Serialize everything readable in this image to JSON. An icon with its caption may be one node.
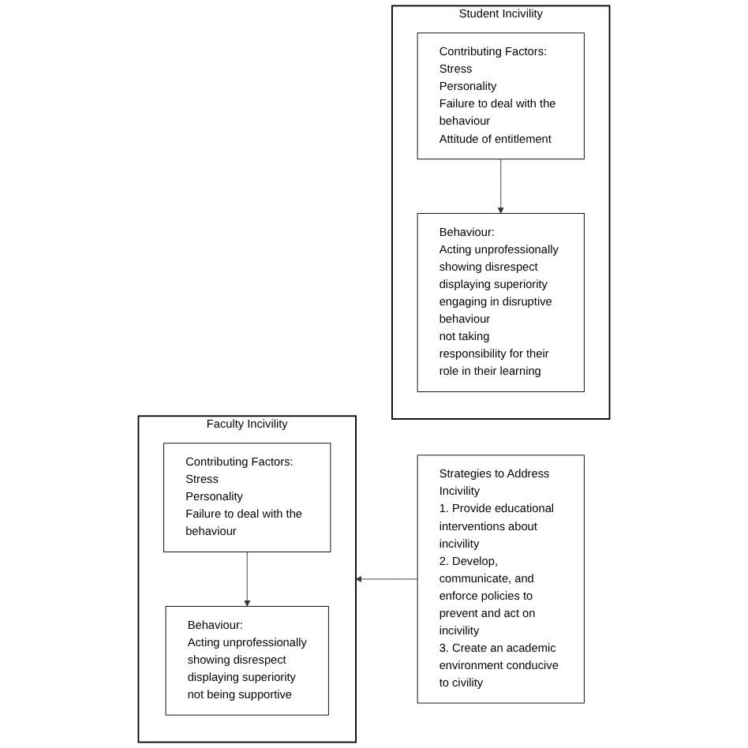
{
  "diagram": {
    "nodes": [
      {
        "text": [
          "Student Incivility"
        ]
      },
      {
        "text": [
          "Contributing Factors:",
          "Stress",
          "Personality",
          "Failure to deal with the behaviour",
          "Attitude of entitlement"
        ],
        "in": 0
      },
      {
        "text": [
          "Behaviour:",
          "Acting unprofessionally",
          "showing disrespect",
          "displaying superiority",
          "engaging in disruptive behaviour",
          "not taking responsibility for their role in their learning"
        ],
        "in": 0
      },
      {
        "text": [
          "Faculty Incivility"
        ]
      },
      {
        "text": [
          "Contributing Factors:",
          "Stress",
          "Personality",
          "Failure to deal with the behaviour"
        ],
        "in": 3
      },
      {
        "text": [
          "Behaviour:",
          "Acting unprofessionally",
          "showing disrespect",
          "displaying superiority",
          "not being supportive"
        ],
        "in": 3
      },
      {
        "text": [
          "Strategies to Address Incivility",
          "1. Provide educational interventions about incivility",
          "2. Develop, communicate, and enforce policies to prevent and act on incivility",
          "3. Create an academic environment conducive to civility"
        ]
      }
    ],
    "edges": [
      {
        "from": 1,
        "to": 2,
        "arrow": "to"
      },
      {
        "from": 4,
        "to": 5,
        "arrow": "to"
      },
      {
        "from": 6,
        "to": 3,
        "arrow": "to"
      }
    ]
  }
}
